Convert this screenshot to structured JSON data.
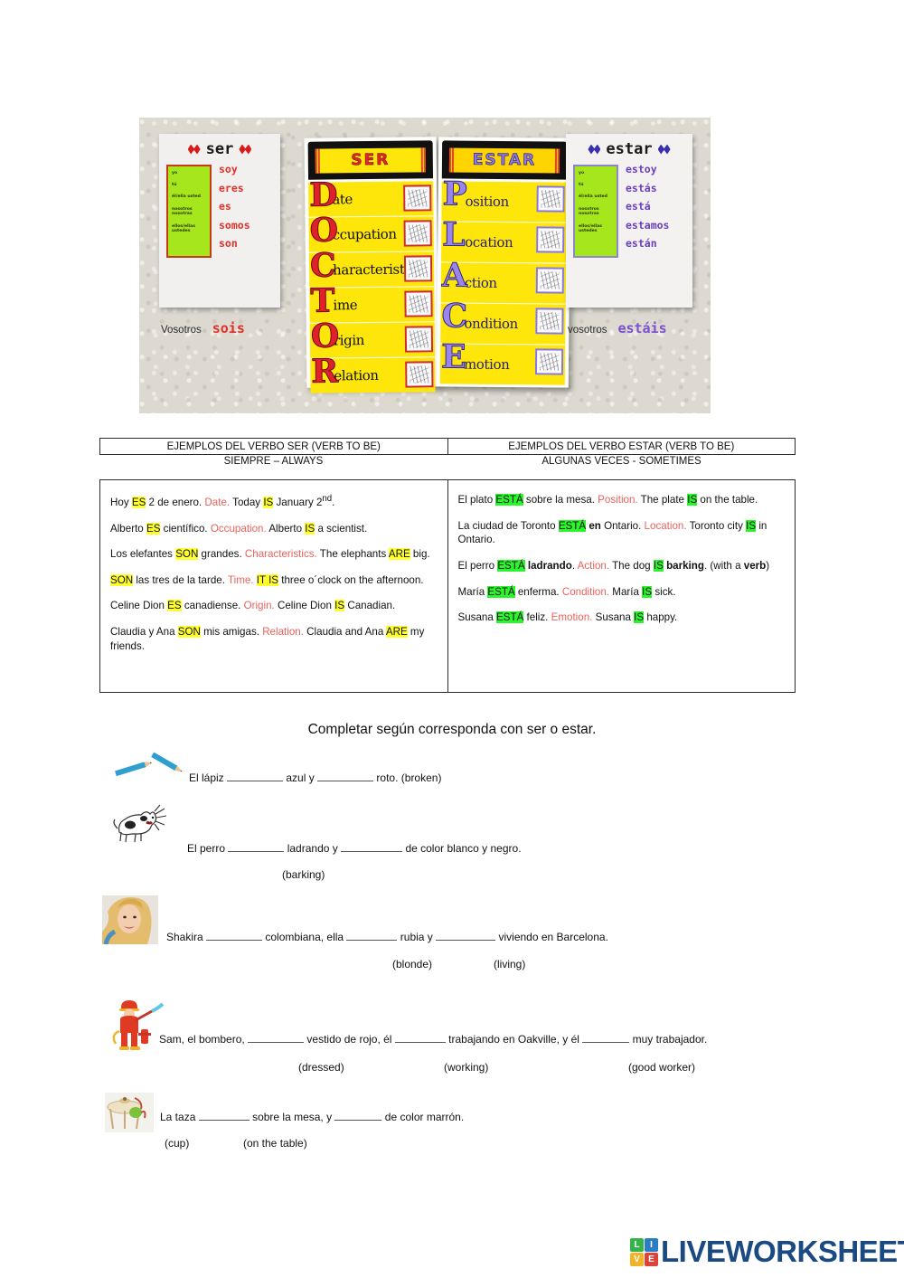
{
  "poster": {
    "ser_card": {
      "title": "ser",
      "pronouns": [
        "yo",
        "tú",
        "él/ella\nusted",
        "nosotros\nnosotras",
        "ellos/ellas\nustedes"
      ],
      "forms": [
        "soy",
        "eres",
        "es",
        "somos",
        "son"
      ],
      "vosotros_label": "Vosotros",
      "vosotros_form": "sois"
    },
    "estar_card": {
      "title": "estar",
      "pronouns": [
        "yo",
        "tú",
        "él/ella\nusted",
        "nosotros\nnosotras",
        "ellos/ellas\nustedes"
      ],
      "forms": [
        "estoy",
        "estás",
        "está",
        "estamos",
        "están"
      ],
      "vosotros_label": "vosotros",
      "vosotros_form": "estáis"
    },
    "ser_acronym": {
      "heading": "SER",
      "rows": [
        {
          "letter": "D",
          "rest": "ate"
        },
        {
          "letter": "O",
          "rest": "ccupation"
        },
        {
          "letter": "C",
          "rest": "haracteristic"
        },
        {
          "letter": "T",
          "rest": "ime"
        },
        {
          "letter": "O",
          "rest": "rigin"
        },
        {
          "letter": "R",
          "rest": "elation"
        }
      ]
    },
    "estar_acronym": {
      "heading": "ESTAR",
      "rows": [
        {
          "letter": "P",
          "rest": "osition"
        },
        {
          "letter": "L",
          "rest": "ocation"
        },
        {
          "letter": "A",
          "rest": "ction"
        },
        {
          "letter": "C",
          "rest": "ondition"
        },
        {
          "letter": "E",
          "rest": "motion"
        }
      ]
    }
  },
  "table": {
    "header_ser": "EJEMPLOS DEL VERBO SER (VERB TO BE)",
    "header_estar": "EJEMPLOS DEL VERBO ESTAR (VERB TO BE)",
    "sub_ser": "SIEMPRE – ALWAYS",
    "sub_estar": "ALGUNAS VECES - SOMETIMES"
  },
  "exercise": {
    "title": "Completar según corresponda con ser o estar.",
    "items": [
      {
        "image": "two-blue-pencils-one-broken",
        "text_before": "El lápiz",
        "segments": [
          "azul y",
          "roto. (broken)"
        ],
        "hints": []
      },
      {
        "image": "barking-dog",
        "text_before": "El perro",
        "segments": [
          "ladrando y",
          "de color blanco y negro."
        ],
        "hints": [
          "(barking)"
        ]
      },
      {
        "image": "shakira-photo",
        "text_before": "Shakira",
        "segments": [
          "colombiana, ella",
          "rubia y",
          "viviendo en Barcelona."
        ],
        "hints": [
          "(blonde)",
          "(living)"
        ]
      },
      {
        "image": "fireman-with-hose",
        "text_before": "Sam, el bombero,",
        "segments": [
          "vestido de rojo, él",
          "trabajando en Oakville, y él",
          "muy trabajador."
        ],
        "hints": [
          "(dressed)",
          "(working)",
          "(good worker)"
        ]
      },
      {
        "image": "cup-on-table",
        "text_before": "La taza",
        "segments": [
          "sobre la mesa, y",
          "de color marrón."
        ],
        "hints": [
          "(cup)",
          "(on the table)"
        ]
      }
    ]
  },
  "footer": {
    "logo_tiles": [
      "L",
      "I",
      "V",
      "E"
    ],
    "logo_text": "LIVEWORKSHEETS"
  },
  "colors": {
    "highlight_yellow": "#ffff2e",
    "highlight_green": "#2bf52b",
    "category_red": "#e8625c",
    "logo_blue": "#1b4a82"
  }
}
